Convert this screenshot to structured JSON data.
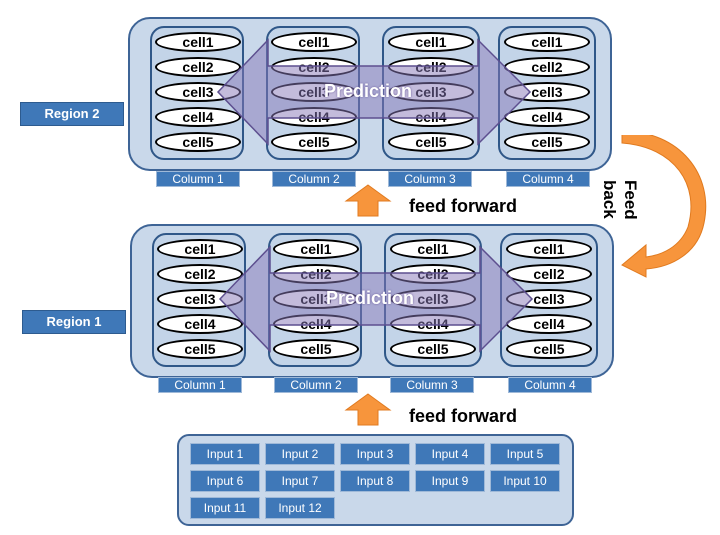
{
  "region2": {
    "label": "Region 2",
    "prediction_label": "Prediction",
    "columns": [
      {
        "label": "Column 1",
        "cells": [
          "cell1",
          "cell2",
          "cell3",
          "cell4",
          "cell5"
        ]
      },
      {
        "label": "Column 2",
        "cells": [
          "cell1",
          "cell2",
          "cell3",
          "cell4",
          "cell5"
        ]
      },
      {
        "label": "Column 3",
        "cells": [
          "cell1",
          "cell2",
          "cell3",
          "cell4",
          "cell5"
        ]
      },
      {
        "label": "Column 4",
        "cells": [
          "cell1",
          "cell2",
          "cell3",
          "cell4",
          "cell5"
        ]
      }
    ]
  },
  "region1": {
    "label": "Region 1",
    "prediction_label": "Prediction",
    "columns": [
      {
        "label": "Column 1",
        "cells": [
          "cell1",
          "cell2",
          "cell3",
          "cell4",
          "cell5"
        ]
      },
      {
        "label": "Column 2",
        "cells": [
          "cell1",
          "cell2",
          "cell3",
          "cell4",
          "cell5"
        ]
      },
      {
        "label": "Column 3",
        "cells": [
          "cell1",
          "cell2",
          "cell3",
          "cell4",
          "cell5"
        ]
      },
      {
        "label": "Column 4",
        "cells": [
          "cell1",
          "cell2",
          "cell3",
          "cell4",
          "cell5"
        ]
      }
    ]
  },
  "feed_forward_upper": "feed forward",
  "feed_forward_lower": "feed forward",
  "feedback_line1": "Feed",
  "feedback_line2": "back",
  "inputs": [
    "Input 1",
    "Input 2",
    "Input 3",
    "Input 4",
    "Input 5",
    "Input 6",
    "Input 7",
    "Input 8",
    "Input 9",
    "Input 10",
    "Input 11",
    "Input 12"
  ],
  "colors": {
    "panel_fill": "#c9d8ea",
    "label_fill": "#3f78b8",
    "arrow_orange": "#f7953c",
    "prediction_purple": "#8877b8"
  }
}
